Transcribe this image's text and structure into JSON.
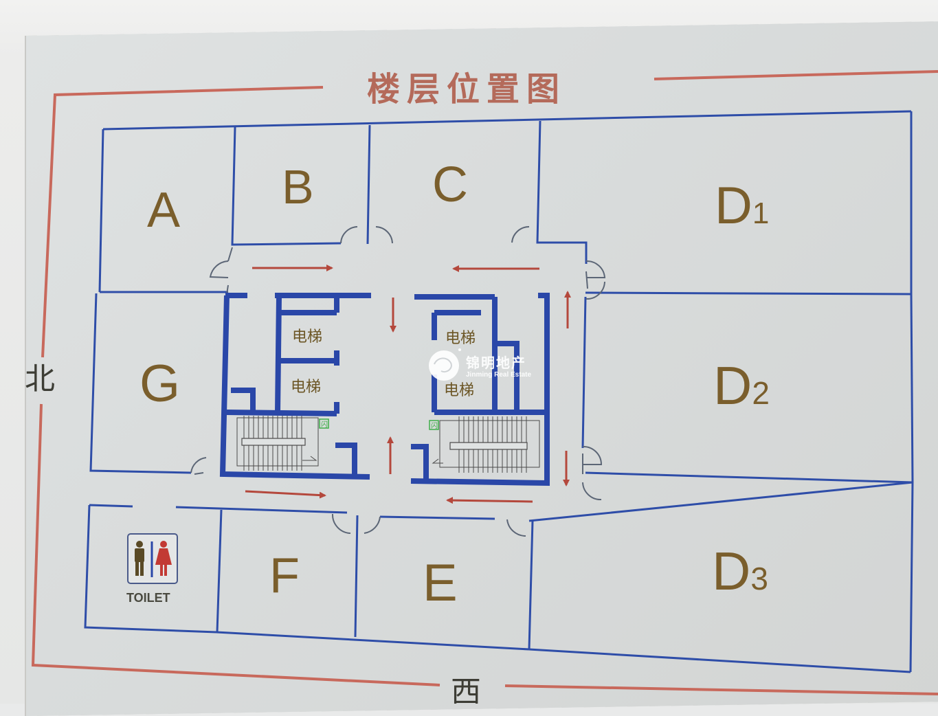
{
  "sign": {
    "title": "楼层位置图",
    "compass": {
      "north": "北",
      "west": "西"
    },
    "rooms": {
      "A": {
        "label": "A"
      },
      "B": {
        "label": "B"
      },
      "C": {
        "label": "C"
      },
      "D1": {
        "main": "D",
        "sub": "1"
      },
      "D2": {
        "main": "D",
        "sub": "2"
      },
      "D3": {
        "main": "D",
        "sub": "3"
      },
      "E": {
        "label": "E"
      },
      "F": {
        "label": "F"
      },
      "G": {
        "label": "G"
      }
    },
    "elevators": [
      "电梯",
      "电梯",
      "电梯",
      "电梯"
    ],
    "toilet": {
      "label": "TOILET"
    },
    "emergency_exit": {
      "glyph": "闪"
    }
  },
  "watermark": {
    "name_cn": "锦明地产",
    "name_en": "Jinming Real Estate"
  },
  "colors": {
    "wall_blue": "#2a47a8",
    "arrow_red": "#b4483c",
    "frame_red": "#c8695c",
    "label_gold": "#7a5e2c",
    "exit_green": "#3fae4a",
    "toilet_male": "#5a4a26",
    "toilet_female": "#c23a34"
  }
}
